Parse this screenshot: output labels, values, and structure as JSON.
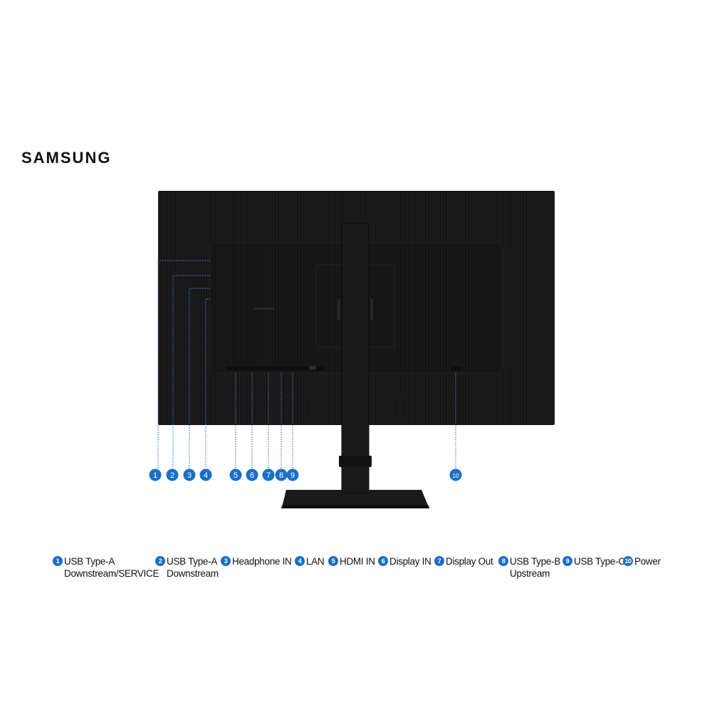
{
  "brand": "SAMSUNG",
  "colors": {
    "badge": "#1b6fc4",
    "monitor": "#151515",
    "dotted_line": "#2a7fd4"
  },
  "callouts": [
    "1",
    "2",
    "3",
    "4",
    "5",
    "6",
    "7",
    "8",
    "9",
    "10"
  ],
  "legend": [
    {
      "num": "1",
      "line1": "USB Type-A",
      "line2": "Downstream/SERVICE"
    },
    {
      "num": "2",
      "line1": "USB Type-A",
      "line2": "Downstream"
    },
    {
      "num": "3",
      "line1": "Headphone IN",
      "line2": ""
    },
    {
      "num": "4",
      "line1": "LAN",
      "line2": ""
    },
    {
      "num": "5",
      "line1": "HDMI IN",
      "line2": ""
    },
    {
      "num": "6",
      "line1": "Display IN",
      "line2": ""
    },
    {
      "num": "7",
      "line1": "Display Out",
      "line2": ""
    },
    {
      "num": "8",
      "line1": "USB Type-B",
      "line2": "Upstream"
    },
    {
      "num": "9",
      "line1": "USB Type-C",
      "line2": ""
    },
    {
      "num": "10",
      "line1": "Power",
      "line2": ""
    }
  ]
}
